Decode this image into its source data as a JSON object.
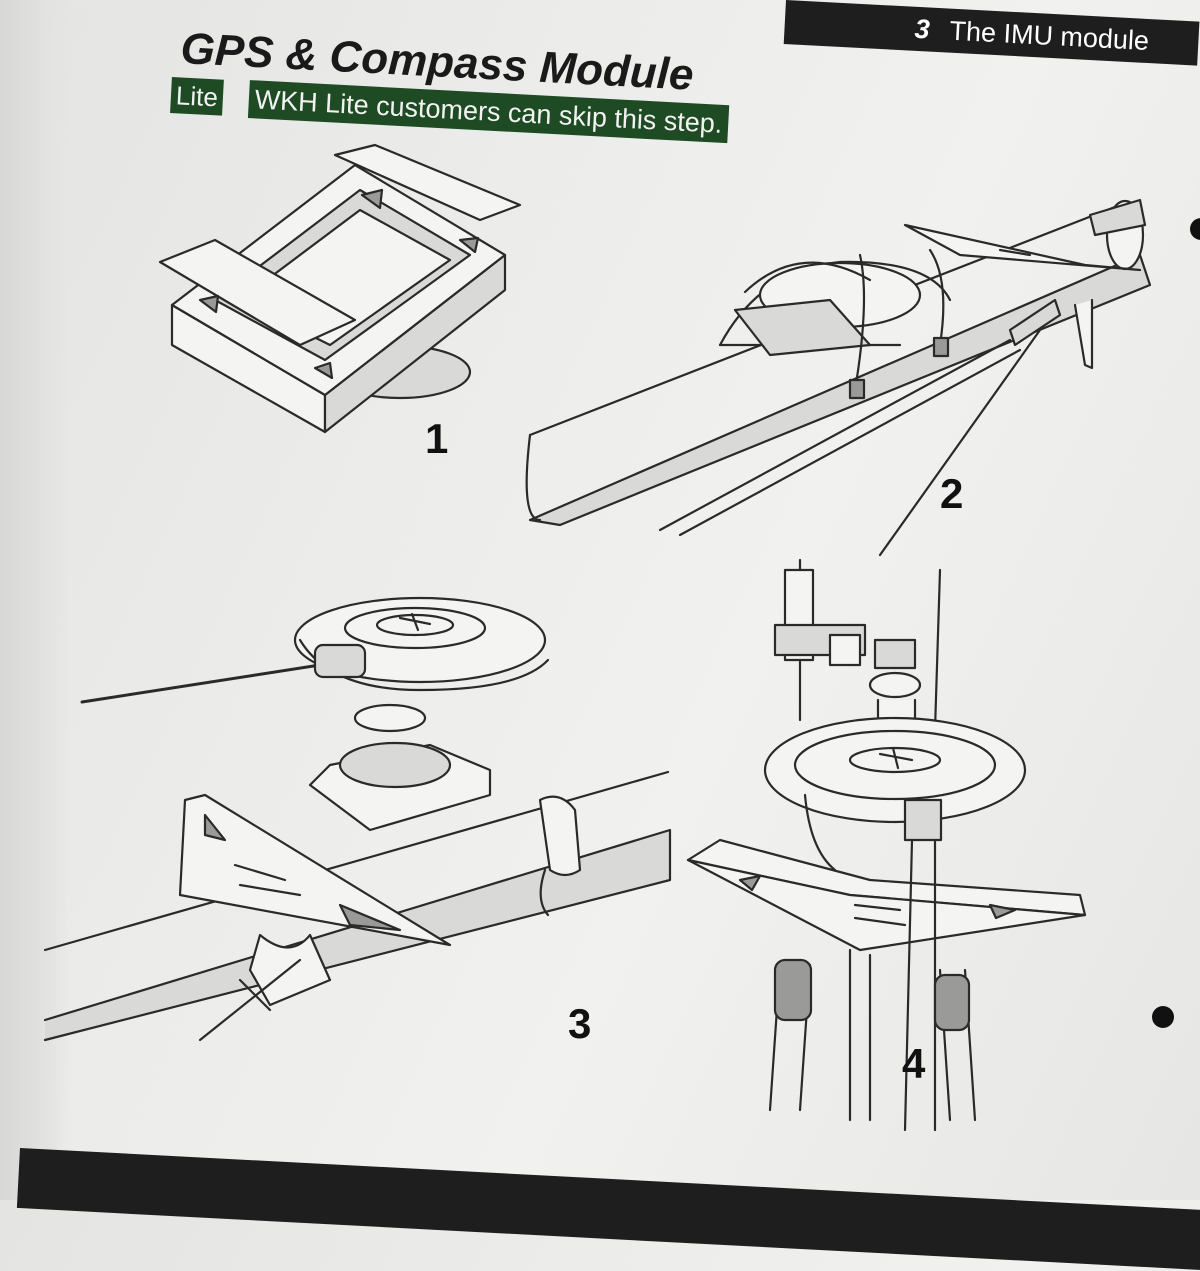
{
  "header": {
    "section_number": "3",
    "section_title": "The IMU module"
  },
  "title": "GPS & Compass Module",
  "note": {
    "badge": "Lite",
    "text": "WKH Lite customers can skip this step."
  },
  "steps": [
    {
      "label": "1"
    },
    {
      "label": "2"
    },
    {
      "label": "3"
    },
    {
      "label": "4"
    }
  ]
}
